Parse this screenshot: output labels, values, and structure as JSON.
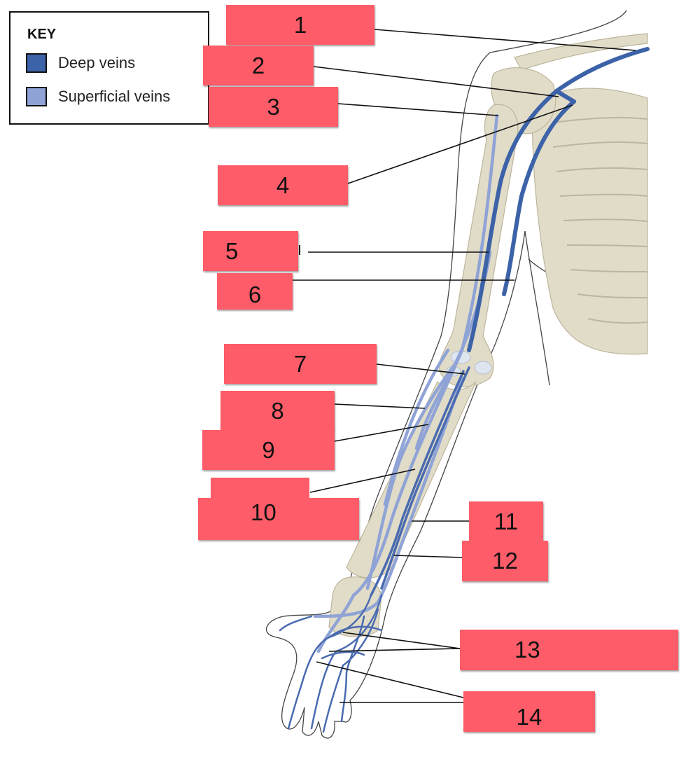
{
  "key": {
    "title": "KEY",
    "deep_label": "Deep veins",
    "superficial_label": "Superficial veins",
    "deep_color": "#3c62a8",
    "superficial_color": "#8fa3d6"
  },
  "label_color": "#fd5c68",
  "bone_color": "#e1dcc8",
  "labels": [
    {
      "text": "1"
    },
    {
      "text": "2"
    },
    {
      "text": "3"
    },
    {
      "text": "4"
    },
    {
      "text": "5"
    },
    {
      "text": "6"
    },
    {
      "text": "7"
    },
    {
      "text": "8"
    },
    {
      "text": "9"
    },
    {
      "text": "10"
    },
    {
      "text": "11"
    },
    {
      "text": "12"
    },
    {
      "text": "13"
    },
    {
      "text": "14"
    }
  ]
}
